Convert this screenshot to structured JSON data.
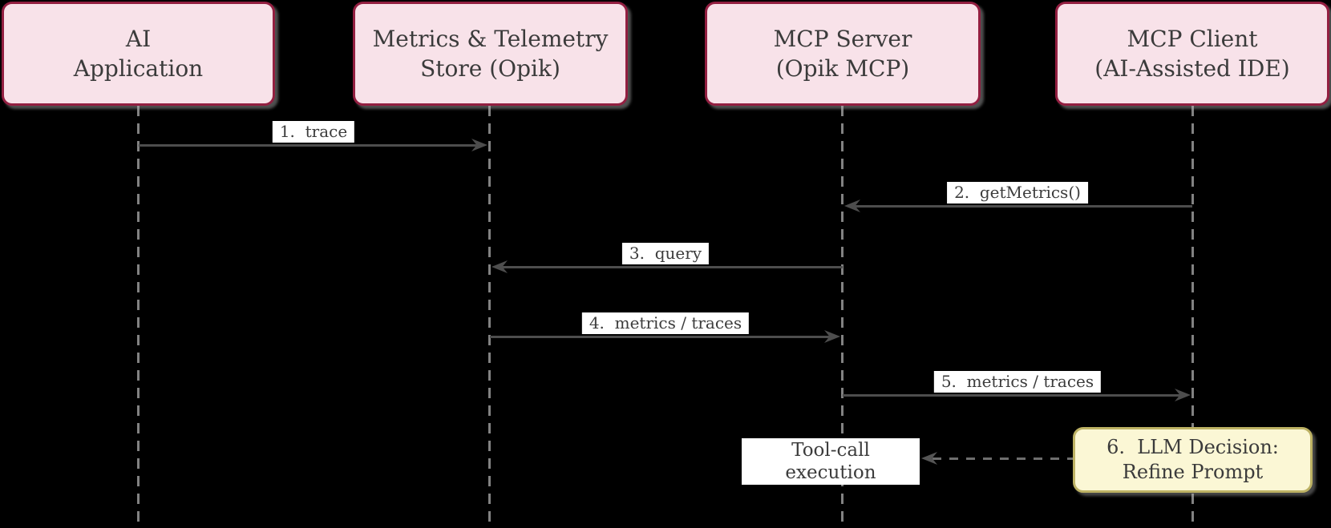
{
  "diagram_type": "sequence-diagram",
  "background_color": "#000000",
  "colors": {
    "actor_fill": "#f8e2e9",
    "actor_border": "#931f41",
    "text": "#3b3b3b",
    "arrow": "#4d4d4d",
    "lifeline": "#828282",
    "message_label_background": "#ffffff",
    "note_fill": "#fbf7d5",
    "note_border": "#bdb264"
  },
  "actors": [
    {
      "name": "ai-application",
      "lines": [
        "AI",
        "Application"
      ]
    },
    {
      "name": "metrics-telemetry-store",
      "lines": [
        "Metrics & Telemetry",
        "Store (Opik)"
      ]
    },
    {
      "name": "mcp-server",
      "lines": [
        "MCP Server",
        "(Opik MCP)"
      ]
    },
    {
      "name": "mcp-client",
      "lines": [
        "MCP Client",
        "(AI-Assisted IDE)"
      ]
    }
  ],
  "messages": [
    {
      "label": "1.  trace",
      "from": "ai-application",
      "to": "metrics-telemetry-store",
      "direction": "right",
      "line_style": "solid"
    },
    {
      "label": "2.  getMetrics()",
      "from": "mcp-client",
      "to": "mcp-server",
      "direction": "left",
      "line_style": "solid"
    },
    {
      "label": "3.  query",
      "from": "mcp-server",
      "to": "metrics-telemetry-store",
      "direction": "left",
      "line_style": "solid"
    },
    {
      "label": "4.  metrics / traces",
      "from": "metrics-telemetry-store",
      "to": "mcp-server",
      "direction": "right",
      "line_style": "solid"
    },
    {
      "label": "5.  metrics / traces",
      "from": "mcp-server",
      "to": "mcp-client",
      "direction": "right",
      "line_style": "solid"
    }
  ],
  "execution_box": {
    "lines": [
      "Tool-call",
      "execution"
    ],
    "on_lifeline": "mcp-server"
  },
  "note": {
    "lines": [
      "6.  LLM Decision:",
      "Refine Prompt"
    ],
    "on_lifeline": "mcp-client",
    "arrow_to": "execution_box",
    "arrow_style": "dashed"
  }
}
